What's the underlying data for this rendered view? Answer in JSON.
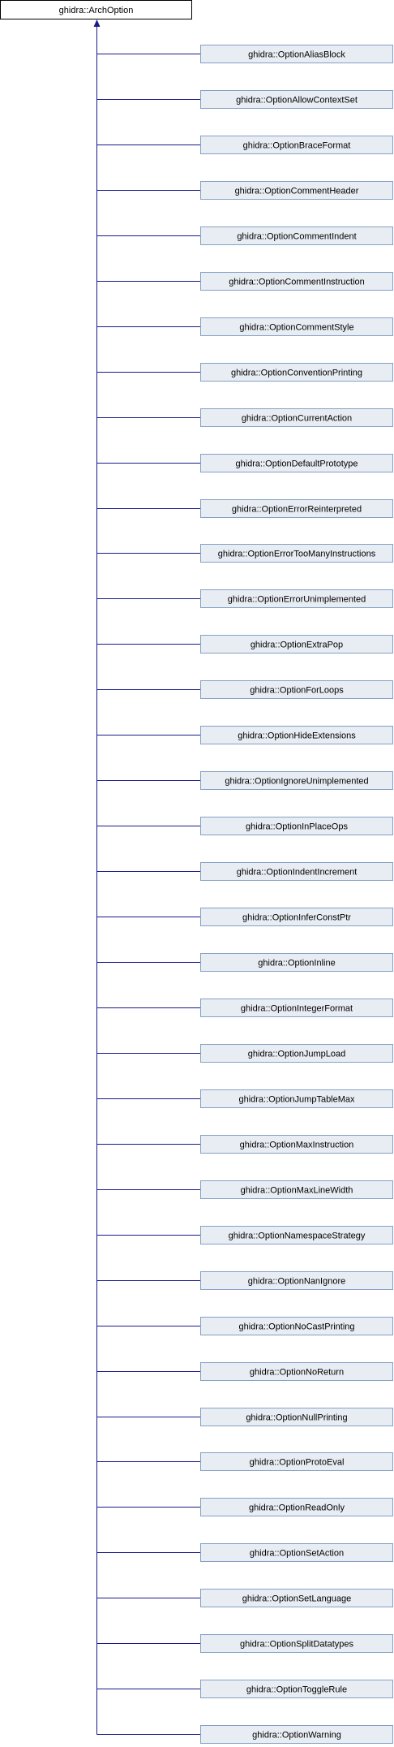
{
  "base_class": {
    "label": "ghidra::ArchOption"
  },
  "derived_classes": [
    {
      "label": "ghidra::OptionAliasBlock"
    },
    {
      "label": "ghidra::OptionAllowContextSet"
    },
    {
      "label": "ghidra::OptionBraceFormat"
    },
    {
      "label": "ghidra::OptionCommentHeader"
    },
    {
      "label": "ghidra::OptionCommentIndent"
    },
    {
      "label": "ghidra::OptionCommentInstruction"
    },
    {
      "label": "ghidra::OptionCommentStyle"
    },
    {
      "label": "ghidra::OptionConventionPrinting"
    },
    {
      "label": "ghidra::OptionCurrentAction"
    },
    {
      "label": "ghidra::OptionDefaultPrototype"
    },
    {
      "label": "ghidra::OptionErrorReinterpreted"
    },
    {
      "label": "ghidra::OptionErrorTooManyInstructions"
    },
    {
      "label": "ghidra::OptionErrorUnimplemented"
    },
    {
      "label": "ghidra::OptionExtraPop"
    },
    {
      "label": "ghidra::OptionForLoops"
    },
    {
      "label": "ghidra::OptionHideExtensions"
    },
    {
      "label": "ghidra::OptionIgnoreUnimplemented"
    },
    {
      "label": "ghidra::OptionInPlaceOps"
    },
    {
      "label": "ghidra::OptionIndentIncrement"
    },
    {
      "label": "ghidra::OptionInferConstPtr"
    },
    {
      "label": "ghidra::OptionInline"
    },
    {
      "label": "ghidra::OptionIntegerFormat"
    },
    {
      "label": "ghidra::OptionJumpLoad"
    },
    {
      "label": "ghidra::OptionJumpTableMax"
    },
    {
      "label": "ghidra::OptionMaxInstruction"
    },
    {
      "label": "ghidra::OptionMaxLineWidth"
    },
    {
      "label": "ghidra::OptionNamespaceStrategy"
    },
    {
      "label": "ghidra::OptionNanIgnore"
    },
    {
      "label": "ghidra::OptionNoCastPrinting"
    },
    {
      "label": "ghidra::OptionNoReturn"
    },
    {
      "label": "ghidra::OptionNullPrinting"
    },
    {
      "label": "ghidra::OptionProtoEval"
    },
    {
      "label": "ghidra::OptionReadOnly"
    },
    {
      "label": "ghidra::OptionSetAction"
    },
    {
      "label": "ghidra::OptionSetLanguage"
    },
    {
      "label": "ghidra::OptionSplitDatatypes"
    },
    {
      "label": "ghidra::OptionToggleRule"
    },
    {
      "label": "ghidra::OptionWarning"
    }
  ]
}
